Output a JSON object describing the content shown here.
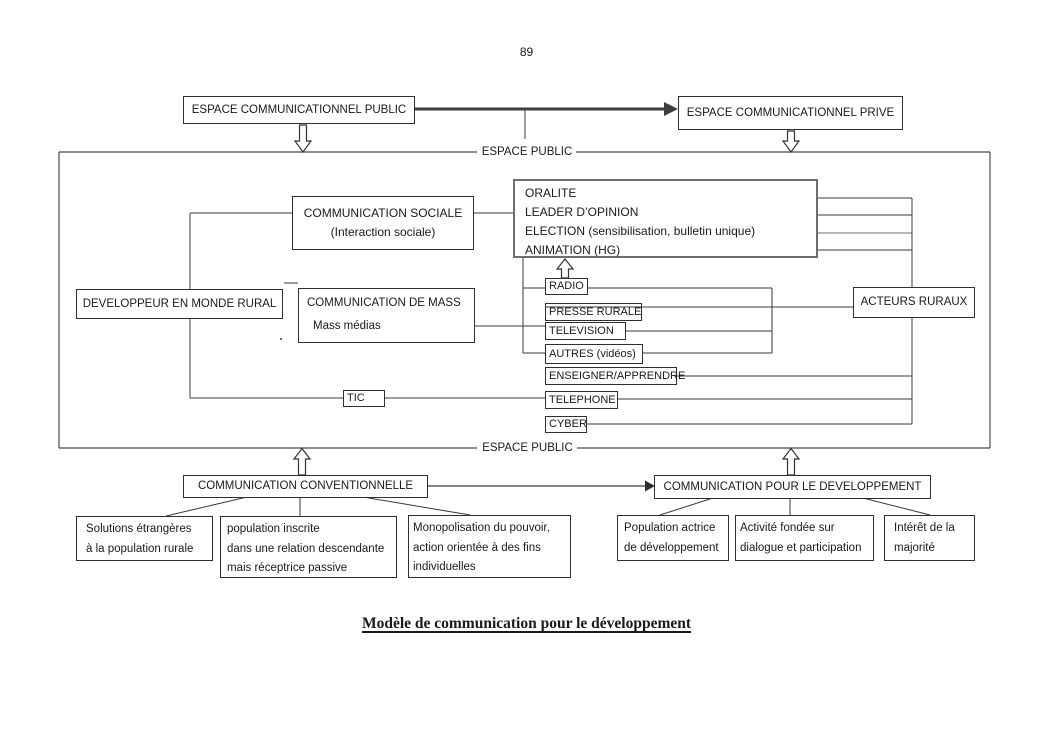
{
  "page": {
    "number": "89",
    "caption": "Modèle de communication pour le développement"
  },
  "region_labels": {
    "espace_public_top": "ESPACE PUBLIC",
    "espace_public_bottom": "ESPACE PUBLIC"
  },
  "top_boxes": {
    "public": "ESPACE COMMUNICATIONNEL PUBLIC",
    "prive": "ESPACE COMMUNICATIONNEL PRIVE"
  },
  "inner": {
    "communication_sociale": {
      "title": "COMMUNICATION SOCIALE",
      "subtitle": "(Interaction sociale)"
    },
    "oralite": {
      "l1": "ORALITE",
      "l2": "LEADER D’OPINION",
      "l3": "ELECTION (sensibilisation, bulletin unique)",
      "l4": "ANIMATION (HG)"
    },
    "developpeur": "DEVELOPPEUR EN MONDE RURAL",
    "communication_de_mass": {
      "title": "COMMUNICATION DE MASS",
      "subtitle": "Mass médias"
    },
    "radio": "RADIO",
    "presse_rurale": "PRESSE RURALE",
    "television": "TELEVISION",
    "autres": "AUTRES (vidéos)",
    "acteurs_ruraux": "ACTEURS RURAUX",
    "enseigner": "ENSEIGNER/APPRENDRE",
    "telephone": "TELEPHONE",
    "cyber": "CYBER",
    "tic": "TIC"
  },
  "bottom": {
    "conventionnelle": "COMMUNICATION CONVENTIONNELLE",
    "developpement": "COMMUNICATION POUR LE DEVELOPPEMENT",
    "conv_items": [
      {
        "lines": [
          "Solutions étrangères",
          "à la population rurale"
        ]
      },
      {
        "lines": [
          "population inscrite",
          "dans une relation descendante",
          "mais réceptrice passive"
        ]
      },
      {
        "lines": [
          "Monopolisation du pouvoir,",
          "action orientée à des fins",
          " individuelles"
        ]
      }
    ],
    "dev_items": [
      {
        "lines": [
          "Population actrice",
          "de développement"
        ]
      },
      {
        "lines": [
          "Activité fondée sur",
          "dialogue et participation"
        ]
      },
      {
        "lines": [
          "Intérêt de la",
          "majorité"
        ]
      }
    ]
  },
  "colors": {
    "line": "#3a3a3a",
    "frame": "#4a4a4a",
    "thick_arrow": "#3f3f3f",
    "oralite_border": "#6e6e6e",
    "text": "#1a1a1a",
    "background": "#ffffff"
  }
}
